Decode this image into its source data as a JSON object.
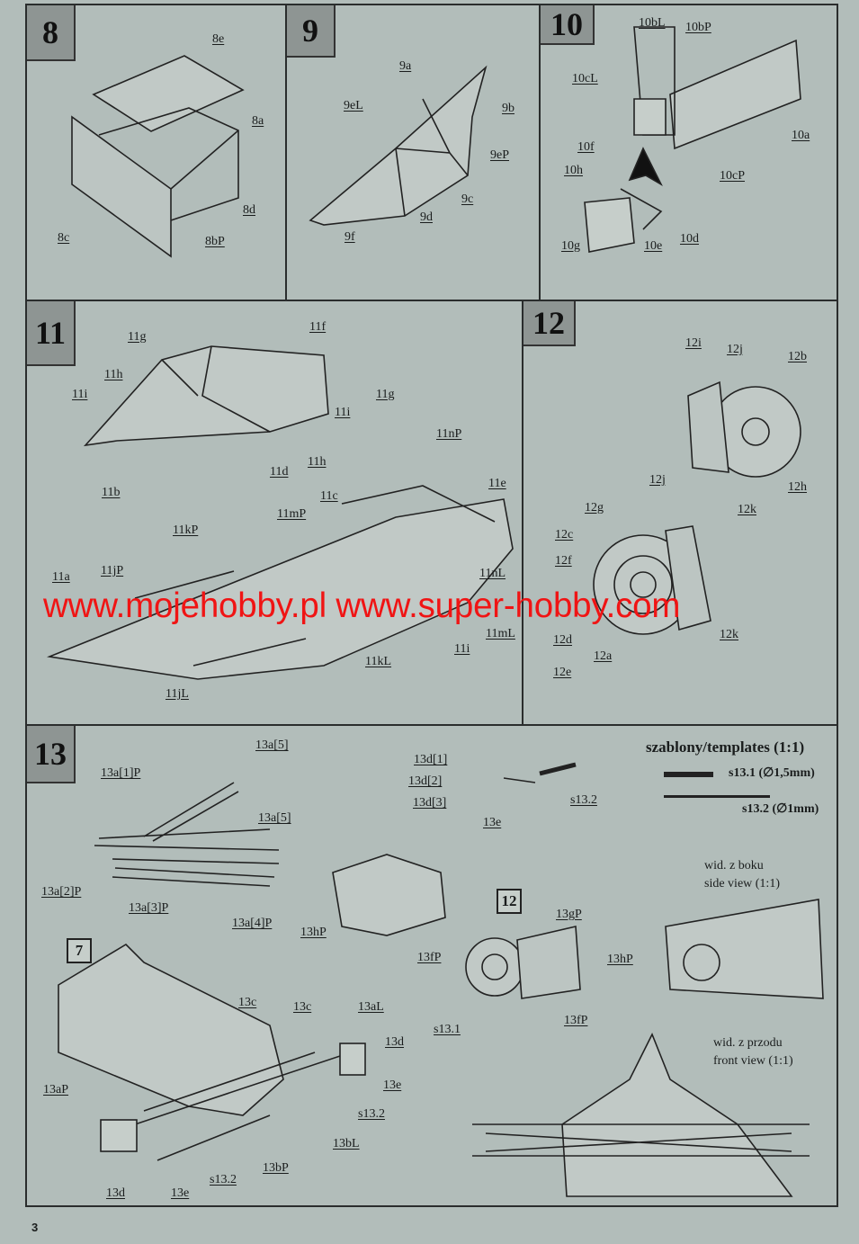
{
  "steps": {
    "s8": "8",
    "s9": "9",
    "s10": "10",
    "s11": "11",
    "s12": "12",
    "s13": "13"
  },
  "panel8": [
    "8e",
    "8a",
    "8d",
    "8bP",
    "8c"
  ],
  "panel9": [
    "9a",
    "9eL",
    "9b",
    "9eP",
    "9c",
    "9d",
    "9f"
  ],
  "panel10": [
    "10bL",
    "10bP",
    "10cL",
    "10a",
    "10cP",
    "10f",
    "10h",
    "10g",
    "10e",
    "10d"
  ],
  "panel11": [
    "11g",
    "11f",
    "11h",
    "11i",
    "11g",
    "11i",
    "11h",
    "11d",
    "11b",
    "11nP",
    "11e",
    "11c",
    "11mP",
    "11kP",
    "11jP",
    "11a",
    "11nL",
    "11mL",
    "11i",
    "11kL",
    "11jL"
  ],
  "panel12": [
    "12i",
    "12j",
    "12b",
    "12h",
    "12k",
    "12j",
    "12g",
    "12c",
    "12f",
    "12e",
    "12d",
    "12a",
    "12k"
  ],
  "panel13": {
    "templates_title": "szablony/templates (1:1)",
    "t1": "s13.1 (∅1,5mm)",
    "t2": "s13.2 (∅1mm)",
    "side_pl": "wid. z boku",
    "side_en": "side view (1:1)",
    "front_pl": "wid. z przodu",
    "front_en": "front view (1:1)",
    "ref12": "12",
    "ref7": "7",
    "labels": [
      "13a[5]",
      "13a[1]P",
      "13a[5]",
      "13a[2]P",
      "13a[3]P",
      "13a[4]P",
      "13d[1]",
      "13d[2]",
      "13d[3]",
      "13e",
      "s13.2",
      "13hP",
      "13fP",
      "13gP",
      "13hP",
      "13fP",
      "s13.1",
      "13c",
      "13c",
      "13aL",
      "13d",
      "13e",
      "13aP",
      "s13.2",
      "13bL",
      "13bP",
      "s13.2",
      "13d",
      "13e"
    ]
  },
  "watermark": "www.mojehobby.pl www.super-hobby.com",
  "page_number": "3",
  "colors": {
    "watermark": "#f01414",
    "paper": "#b2bdba"
  }
}
